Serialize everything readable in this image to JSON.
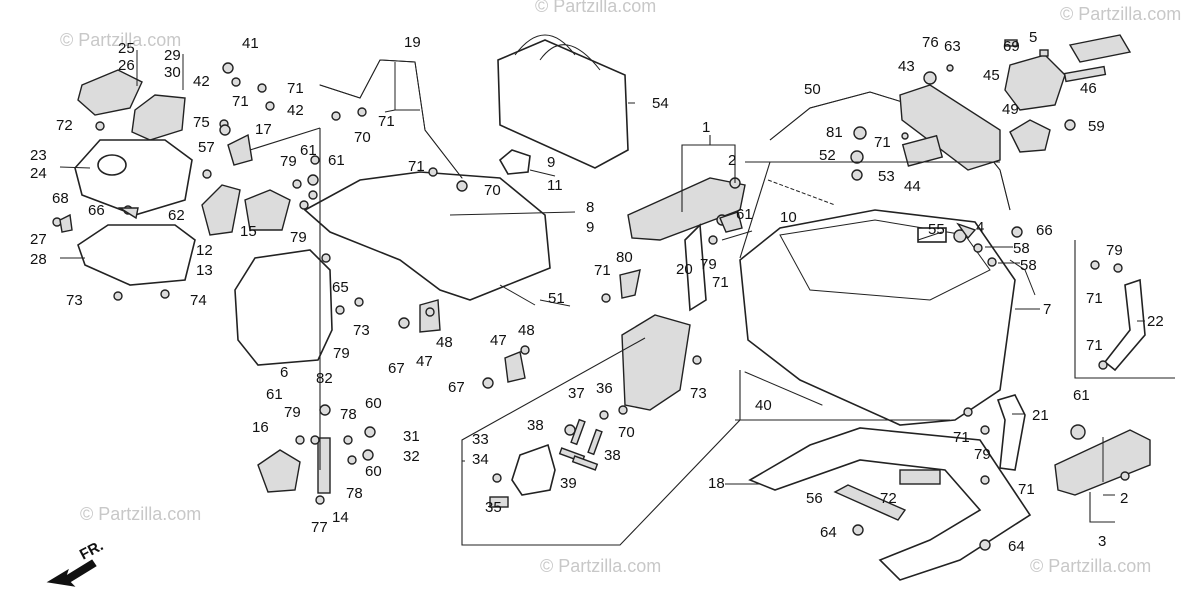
{
  "watermark": "© Partzilla.com",
  "direction_label": "FR.",
  "callouts": [
    "1",
    "2",
    "3",
    "4",
    "5",
    "6",
    "7",
    "8",
    "9",
    "10",
    "11",
    "12",
    "13",
    "14",
    "15",
    "16",
    "17",
    "18",
    "19",
    "20",
    "21",
    "22",
    "23",
    "24",
    "25",
    "26",
    "27",
    "28",
    "29",
    "30",
    "31",
    "32",
    "33",
    "34",
    "35",
    "36",
    "37",
    "38",
    "39",
    "40",
    "41",
    "42",
    "43",
    "44",
    "45",
    "46",
    "47",
    "48",
    "49",
    "50",
    "51",
    "52",
    "53",
    "54",
    "55",
    "56",
    "57",
    "58",
    "59",
    "60",
    "61",
    "62",
    "63",
    "64",
    "65",
    "66",
    "67",
    "68",
    "69",
    "70",
    "71",
    "72",
    "73",
    "74",
    "75",
    "76",
    "77",
    "78",
    "79",
    "80",
    "81",
    "82"
  ]
}
